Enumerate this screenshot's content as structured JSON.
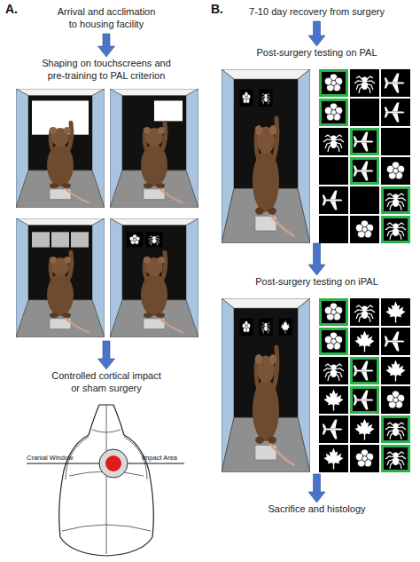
{
  "diagram": {
    "nodes": [
      {
        "text": [
          "Arrival and acclimation to housing facility"
        ]
      },
      {
        "text": [
          "Shaping on touchscreens and pre-training to PAL criterion"
        ]
      },
      {
        "text": [
          "Controlled cortical impact or sham surgery"
        ]
      },
      {
        "text": [
          "7-10 day recovery from surgery"
        ]
      },
      {
        "text": [
          "Post-surgery testing on PAL"
        ]
      },
      {
        "text": [
          "Post-surgery testing on iPAL"
        ]
      },
      {
        "text": [
          "Sacrifice and histology"
        ]
      }
    ],
    "edges": [
      {
        "from": 0,
        "to": 1,
        "arrow": "to"
      },
      {
        "from": 1,
        "to": 2,
        "arrow": "to"
      },
      {
        "from": 3,
        "to": 4,
        "arrow": "to"
      },
      {
        "from": 4,
        "to": 5,
        "arrow": "to"
      },
      {
        "from": 5,
        "to": 6,
        "arrow": "to"
      }
    ],
    "labels": [
      "A.",
      "B.",
      "Cranial Window",
      "Impact Area"
    ]
  }
}
